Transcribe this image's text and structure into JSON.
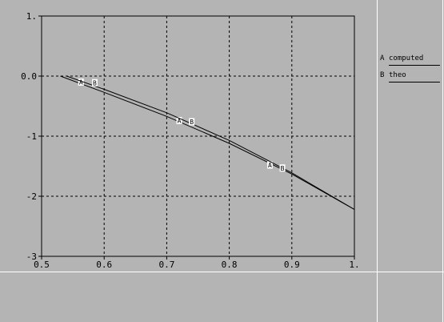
{
  "chart_data": {
    "type": "line",
    "title": "",
    "xlabel": "",
    "ylabel": "",
    "xlim": [
      0.5,
      1.0
    ],
    "ylim": [
      -3,
      1
    ],
    "x_ticks": [
      "0.5",
      "0.6",
      "0.7",
      "0.8",
      "0.9",
      "1."
    ],
    "y_ticks": [
      "1.",
      "0.0",
      "-1",
      "-2",
      "-3"
    ],
    "x_tick_values": [
      0.5,
      0.6,
      0.7,
      0.8,
      0.9,
      1.0
    ],
    "y_tick_values": [
      1,
      0,
      -1,
      -2,
      -3
    ],
    "grid": true,
    "legend_position": "right",
    "series": [
      {
        "name": "computed",
        "marker": "A",
        "color": "#000000",
        "x": [
          0.53,
          0.6,
          0.7,
          0.8,
          0.9,
          1.0
        ],
        "y": [
          0.0,
          -0.27,
          -0.67,
          -1.12,
          -1.63,
          -2.22
        ],
        "markers": [
          {
            "x": 0.563,
            "y": -0.1
          },
          {
            "x": 0.72,
            "y": -0.74
          },
          {
            "x": 0.865,
            "y": -1.48
          }
        ]
      },
      {
        "name": "theo",
        "marker": "B",
        "color": "#000000",
        "x": [
          0.54,
          0.6,
          0.7,
          0.8,
          0.9,
          1.0
        ],
        "y": [
          0.0,
          -0.22,
          -0.61,
          -1.07,
          -1.61,
          -2.22
        ],
        "markers": [
          {
            "x": 0.585,
            "y": -0.11
          },
          {
            "x": 0.74,
            "y": -0.76
          },
          {
            "x": 0.885,
            "y": -1.53
          }
        ]
      }
    ]
  }
}
